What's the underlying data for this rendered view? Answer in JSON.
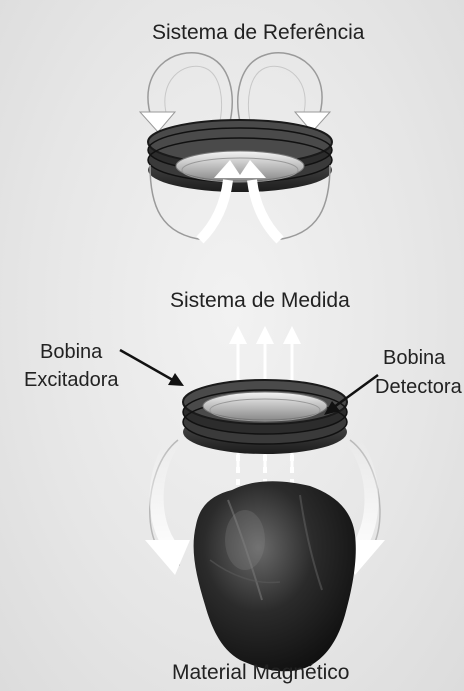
{
  "labels": {
    "reference_system": "Sistema de Referência",
    "measurement_system": "Sistema de Medida",
    "excitation_coil_line1": "Bobina",
    "excitation_coil_line2": "Excitadora",
    "detector_coil_line1": "Bobina",
    "detector_coil_line2": "Detectora",
    "magnetic_material": "Material Magnético"
  },
  "colors": {
    "background": "#e6e6e6",
    "coil_dark": "#2a2a2a",
    "coil_light": "#bdbdbd",
    "rock": "#1e1e1e",
    "arrow_fill": "#ffffff"
  }
}
